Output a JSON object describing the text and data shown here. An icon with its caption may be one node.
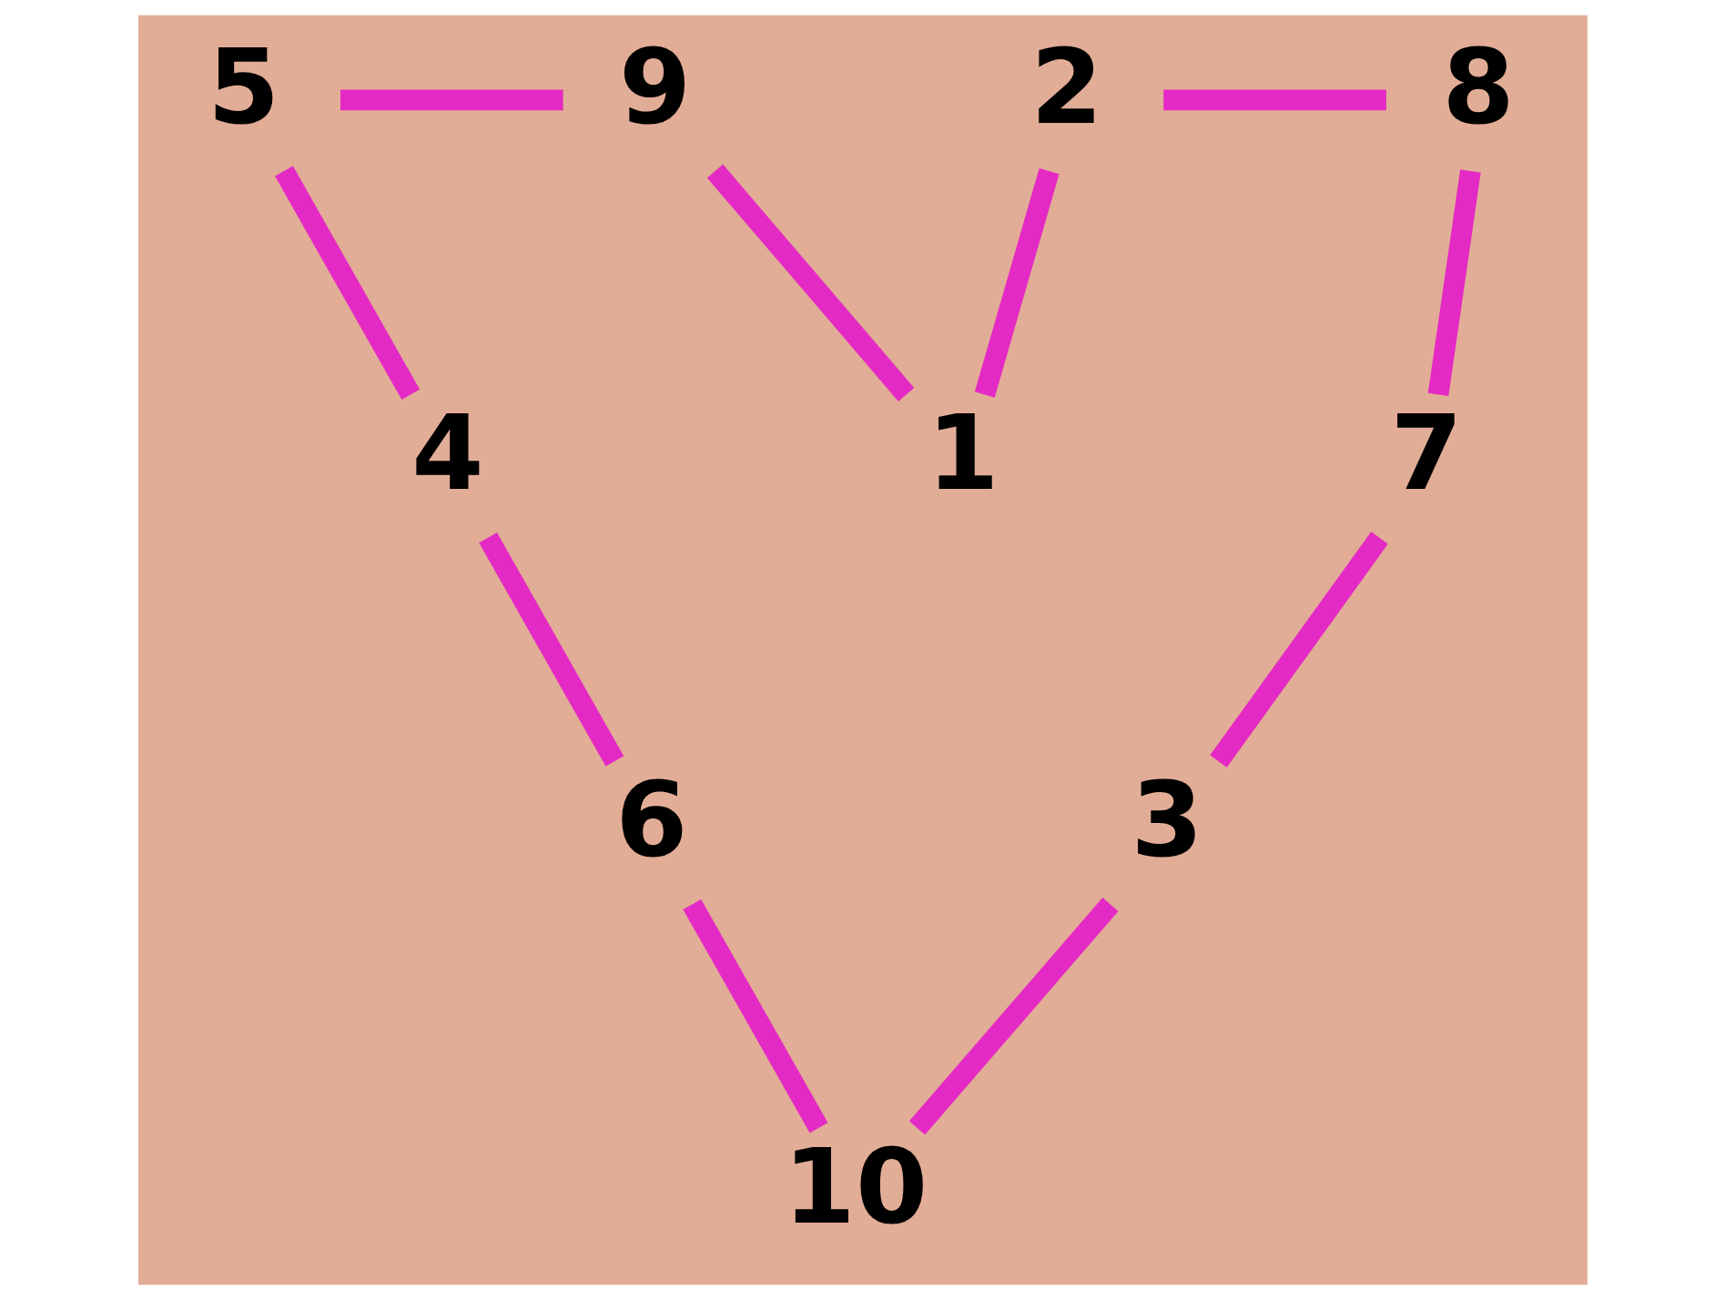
{
  "diagram": {
    "nodes": [
      {
        "text": [
          "5"
        ]
      },
      {
        "text": [
          "9"
        ]
      },
      {
        "text": [
          "2"
        ]
      },
      {
        "text": [
          "8"
        ]
      },
      {
        "text": [
          "4"
        ]
      },
      {
        "text": [
          "1"
        ]
      },
      {
        "text": [
          "7"
        ]
      },
      {
        "text": [
          "6"
        ]
      },
      {
        "text": [
          "3"
        ]
      },
      {
        "text": [
          "10"
        ]
      }
    ],
    "edges": [
      {
        "from": 0,
        "to": 1,
        "arrow": "none"
      },
      {
        "from": 1,
        "to": 5,
        "arrow": "none"
      },
      {
        "from": 5,
        "to": 2,
        "arrow": "none"
      },
      {
        "from": 2,
        "to": 3,
        "arrow": "none"
      },
      {
        "from": 3,
        "to": 6,
        "arrow": "none"
      },
      {
        "from": 6,
        "to": 8,
        "arrow": "none"
      },
      {
        "from": 8,
        "to": 9,
        "arrow": "none"
      },
      {
        "from": 9,
        "to": 7,
        "arrow": "none"
      },
      {
        "from": 7,
        "to": 4,
        "arrow": "none"
      },
      {
        "from": 4,
        "to": 0,
        "arrow": "none"
      }
    ]
  }
}
